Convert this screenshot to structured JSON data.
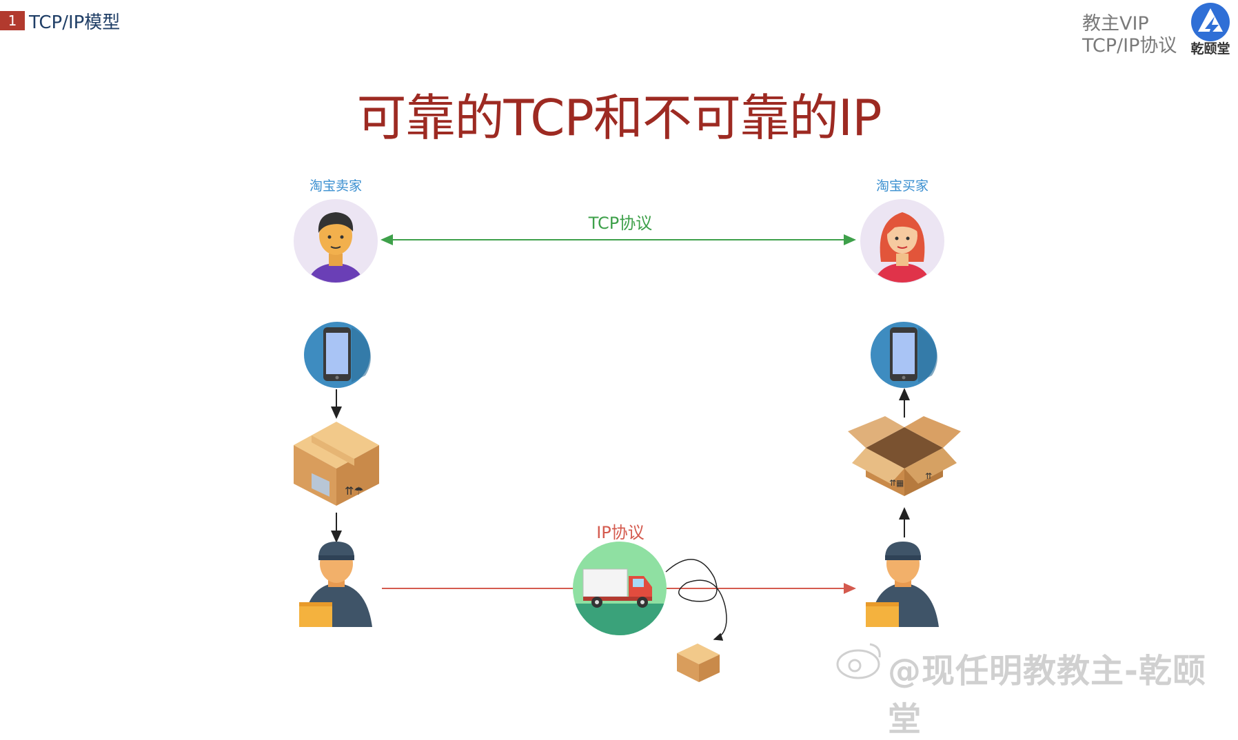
{
  "header": {
    "section_number": "1",
    "section_title": "TCP/IP模型"
  },
  "brand": {
    "line1": "教主VIP",
    "line2": "TCP/IP协议",
    "logo_text": "乾颐堂"
  },
  "title": "可靠的TCP和不可靠的IP",
  "diagram": {
    "seller_label": "淘宝卖家",
    "buyer_label": "淘宝买家",
    "tcp_label": "TCP协议",
    "ip_label": "IP协议"
  },
  "watermark": "@现任明教教主-乾颐堂",
  "colors": {
    "title": "#9d2a22",
    "tcp_arrow": "#3ea04a",
    "ip_arrow": "#d45a4e",
    "role_label": "#3a8fd0",
    "section_badge": "#b23a2e"
  }
}
